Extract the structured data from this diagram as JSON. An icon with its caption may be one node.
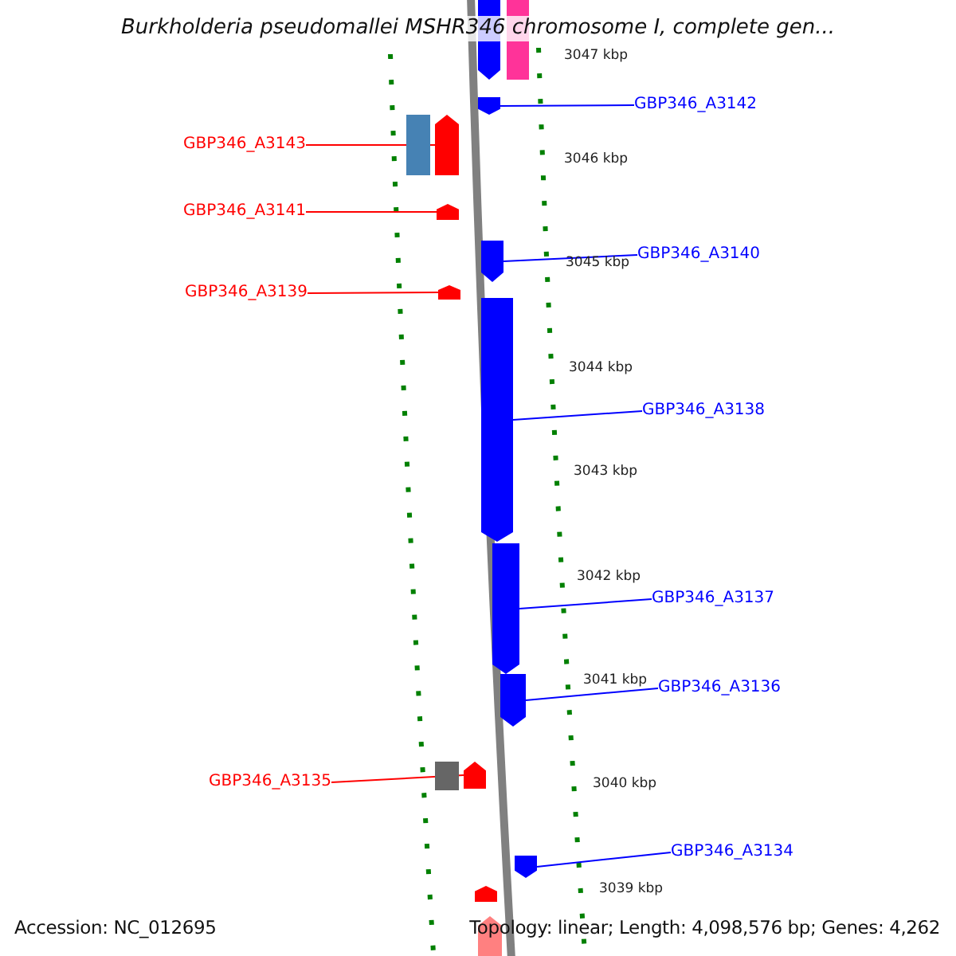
{
  "diagram": {
    "title": "Burkholderia pseudomallei MSHR346 chromosome I, complete gen...",
    "nodes": [
      {
        "text": [
          "GBP346_A3142"
        ]
      },
      {
        "text": [],
        "shape": "arrow"
      },
      {
        "text": [
          "GBP346_A3143"
        ]
      },
      {
        "text": [],
        "shape": "arrow"
      },
      {
        "text": [
          "GBP346_A3141"
        ]
      },
      {
        "text": [],
        "shape": "arrow"
      },
      {
        "text": [
          "GBP346_A3140"
        ]
      },
      {
        "text": [],
        "shape": "arrow"
      },
      {
        "text": [
          "GBP346_A3139"
        ]
      },
      {
        "text": [],
        "shape": "arrow"
      },
      {
        "text": [
          "GBP346_A3138"
        ]
      },
      {
        "text": [],
        "shape": "arrow"
      },
      {
        "text": [
          "GBP346_A3137"
        ]
      },
      {
        "text": [],
        "shape": "arrow"
      },
      {
        "text": [
          "GBP346_A3136"
        ]
      },
      {
        "text": [],
        "shape": "arrow"
      },
      {
        "text": [
          "GBP346_A3135"
        ]
      },
      {
        "text": [],
        "shape": "arrow"
      },
      {
        "text": [
          "GBP346_A3134"
        ]
      },
      {
        "text": [],
        "shape": "arrow"
      },
      {
        "text": [],
        "shape": "arrow"
      },
      {
        "text": [],
        "shape": "box"
      },
      {
        "text": [],
        "shape": "box"
      },
      {
        "text": [],
        "shape": "box"
      },
      {
        "text": [],
        "shape": "arrow"
      },
      {
        "text": [],
        "shape": "arrow"
      }
    ],
    "edges": [
      {
        "from": 0,
        "to": 1,
        "arrow": "none"
      },
      {
        "from": 2,
        "to": 3,
        "arrow": "none",
        "color": "#ff0000"
      },
      {
        "from": 4,
        "to": 5,
        "arrow": "none",
        "color": "#ff0000"
      },
      {
        "from": 6,
        "to": 7,
        "arrow": "none"
      },
      {
        "from": 8,
        "to": 9,
        "arrow": "none",
        "color": "#ff0000"
      },
      {
        "from": 10,
        "to": 11,
        "arrow": "none"
      },
      {
        "from": 12,
        "to": 13,
        "arrow": "none"
      },
      {
        "from": 14,
        "to": 15,
        "arrow": "none"
      },
      {
        "from": 16,
        "to": 17,
        "arrow": "none",
        "color": "#ff0000"
      },
      {
        "from": 18,
        "to": 19,
        "arrow": "none"
      }
    ],
    "labels": [
      "3047 kbp",
      "3046 kbp",
      "3045 kbp",
      "3044 kbp",
      "3043 kbp",
      "3042 kbp",
      "3041 kbp",
      "3040 kbp",
      "3039 kbp",
      "Accession: NC_012695",
      "Topology: linear; Length: 4,098,576 bp; Genes: 4,262"
    ]
  }
}
